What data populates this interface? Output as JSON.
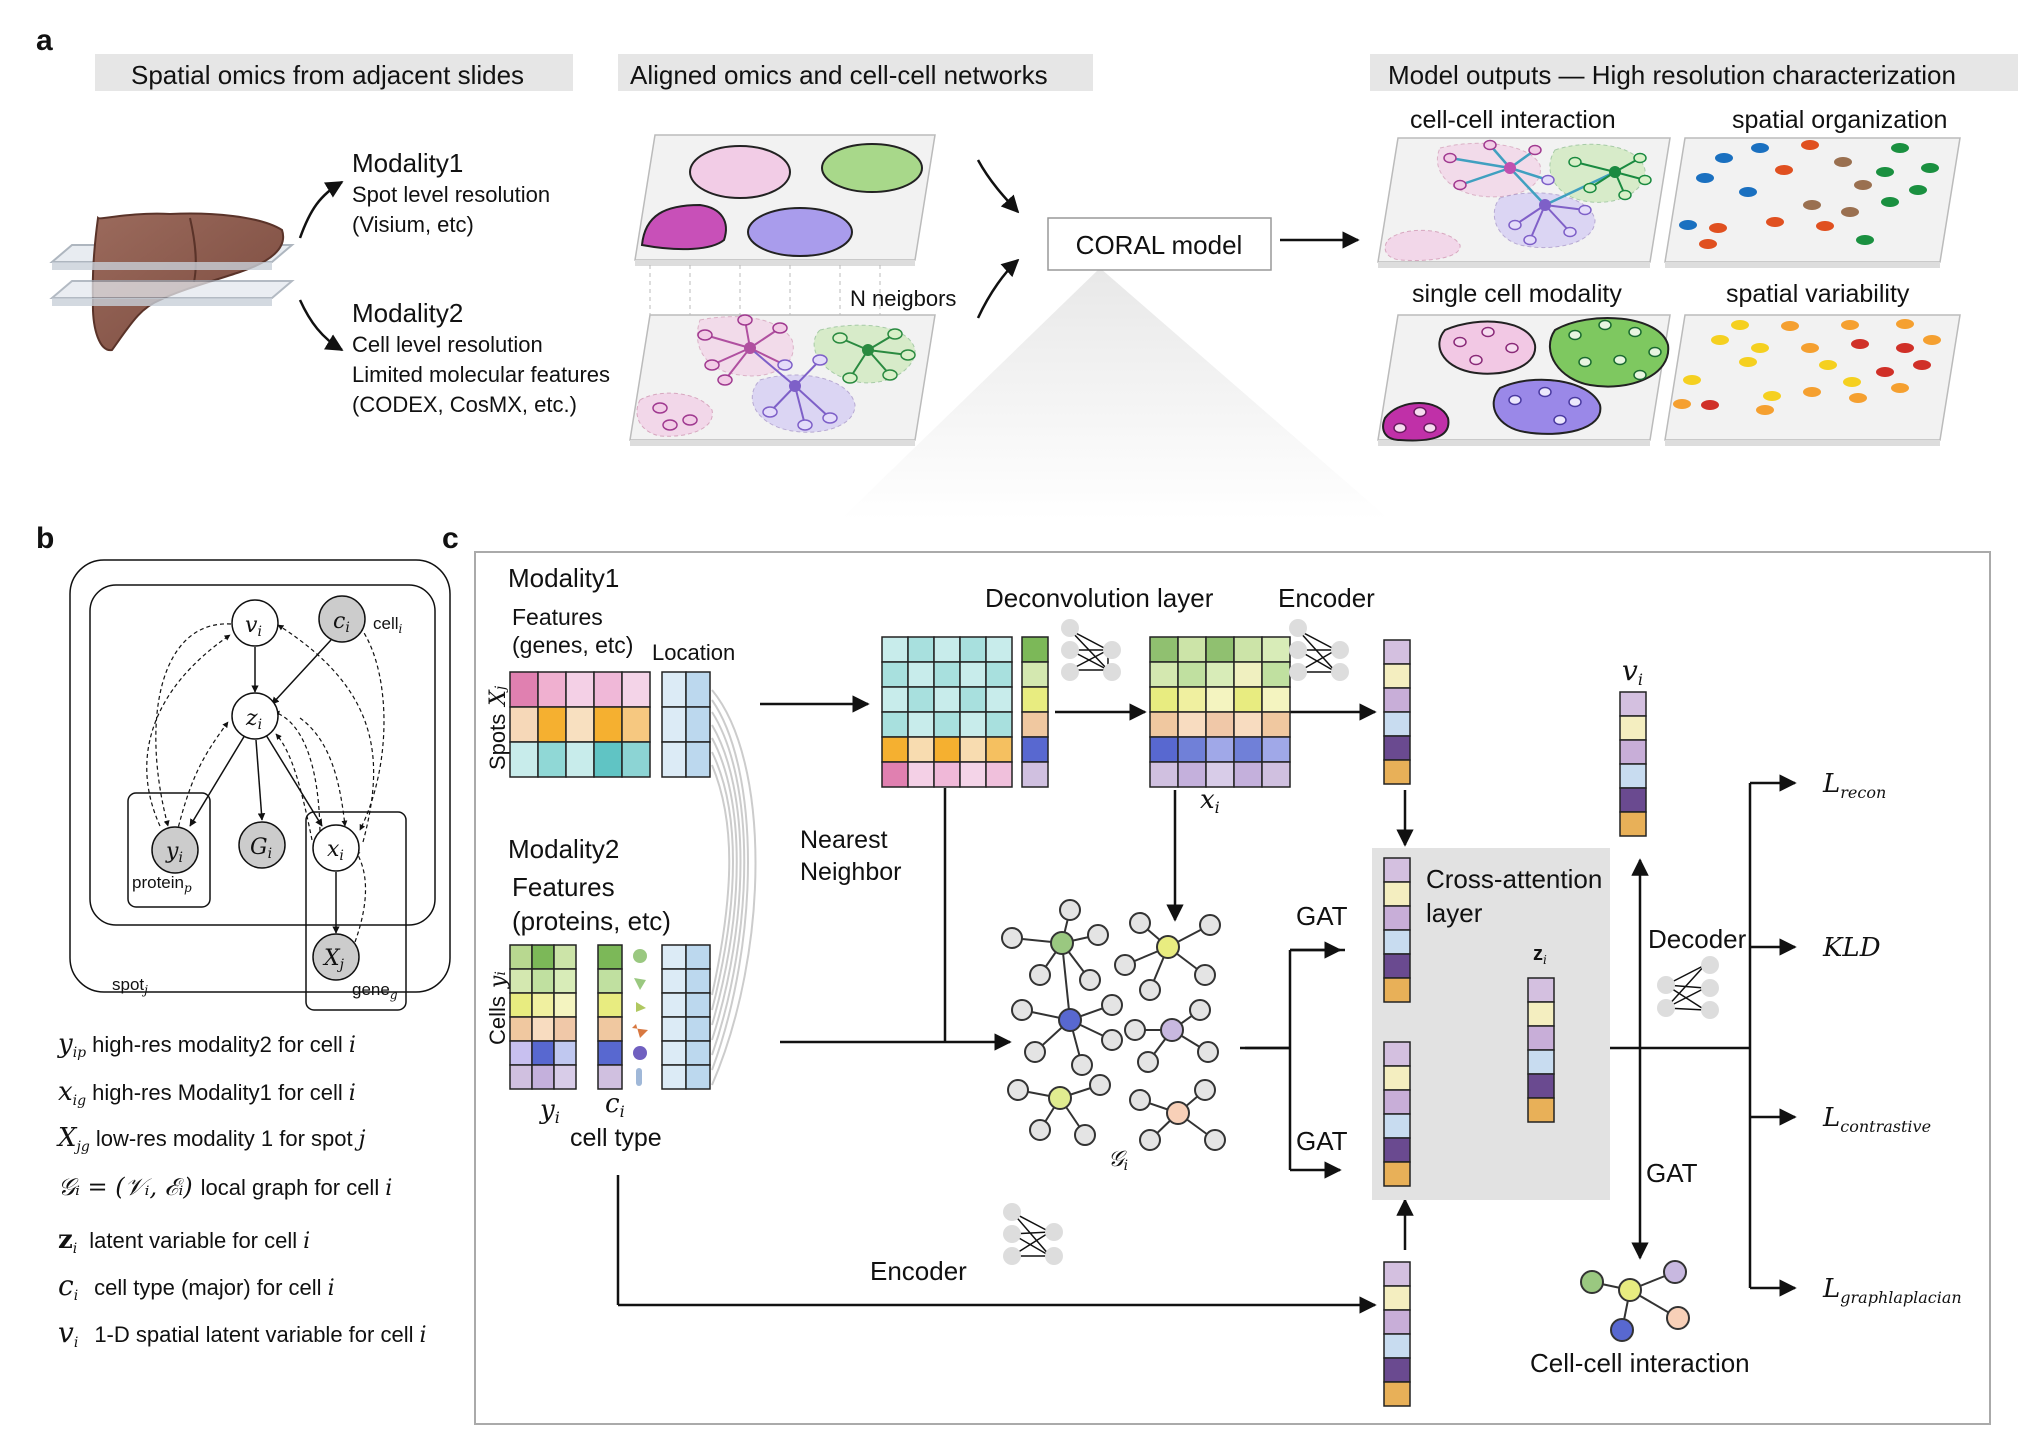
{
  "panels": {
    "a": "a",
    "b": "b",
    "c": "c"
  },
  "a": {
    "headers": [
      "Spatial omics from adjacent slides",
      "Aligned omics and cell-cell networks",
      "Model outputs — High resolution characterization"
    ],
    "modality1": {
      "title": "Modality1",
      "line1": "Spot level resolution",
      "line2": "(Visium, etc)"
    },
    "modality2": {
      "title": "Modality2",
      "line1": "Cell level resolution",
      "line2": "Limited molecular features",
      "line3": "(CODEX, CosMX, etc.)"
    },
    "n_neighbors": "N neigbors",
    "model": "CORAL model",
    "outputs": [
      "cell-cell interaction",
      "spatial organization",
      "single cell modality",
      "spatial variability"
    ]
  },
  "b": {
    "nodes": {
      "v": "v",
      "c": "c",
      "z": "z",
      "y": "y",
      "G": "G",
      "x": "x",
      "X": "X",
      "sub_i": "i",
      "sub_j": "j"
    },
    "plates": {
      "cell": "cell",
      "protein": "protein",
      "spot": "spot",
      "gene": "gene",
      "sub_i": "i",
      "sub_p": "p",
      "sub_j": "j",
      "sub_g": "g"
    },
    "legend": [
      {
        "sym": "y",
        "sub": "ip",
        "text": "high-res modality2 for cell",
        "var": "i"
      },
      {
        "sym": "x",
        "sub": "ig",
        "text": "high-res Modality1 for cell",
        "var": "i"
      },
      {
        "sym": "X",
        "sub": "jg",
        "text": "low-res modality 1 for spot",
        "var": "j"
      },
      {
        "sym": "𝒢ᵢ = (𝒱ᵢ, ℰᵢ)",
        "sub": "",
        "text": "local graph for cell",
        "var": "i"
      },
      {
        "sym": "z",
        "sub": "i",
        "text": "latent variable for cell",
        "var": "i"
      },
      {
        "sym": "c",
        "sub": "i",
        "text": "cell type (major) for cell",
        "var": "i"
      },
      {
        "sym": "v",
        "sub": "i",
        "text": "1-D spatial latent variable for cell",
        "var": "i"
      }
    ]
  },
  "c": {
    "modality1": "Modality1",
    "features1": "Features",
    "features1b": "(genes, etc)",
    "location": "Location",
    "spots": "Spots",
    "modality2": "Modality2",
    "features2": "Features",
    "features2b": "(proteins, etc)",
    "cells": "Cells",
    "y_label": "y",
    "c_label": "c",
    "cell_type": "cell type",
    "nearest1": "Nearest",
    "nearest2": "Neighbor",
    "deconv": "Deconvolution layer",
    "encoder_top": "Encoder",
    "encoder_bottom": "Encoder",
    "x_label": "x",
    "g_label": "𝒢",
    "gat1": "GAT",
    "gat2": "GAT",
    "gat3": "GAT",
    "cross1": "Cross-attention",
    "cross2": "layer",
    "z_label": "z",
    "v_label": "v",
    "decoder": "Decoder",
    "interaction": "Cell-cell interaction",
    "losses": [
      {
        "base": "L",
        "sub": "recon"
      },
      {
        "base": "KLD",
        "sub": ""
      },
      {
        "base": "L",
        "sub": "contrastive"
      },
      {
        "base": "L",
        "sub": "graphlaplacian"
      }
    ]
  },
  "colors": {
    "pink": "#f2c8e4",
    "magenta": "#c040b0",
    "green": "#a8d88a",
    "purple": "#a99cec",
    "orange": "#f0b040",
    "teal": "#cdecea",
    "lightblue": "#dcebf6"
  }
}
